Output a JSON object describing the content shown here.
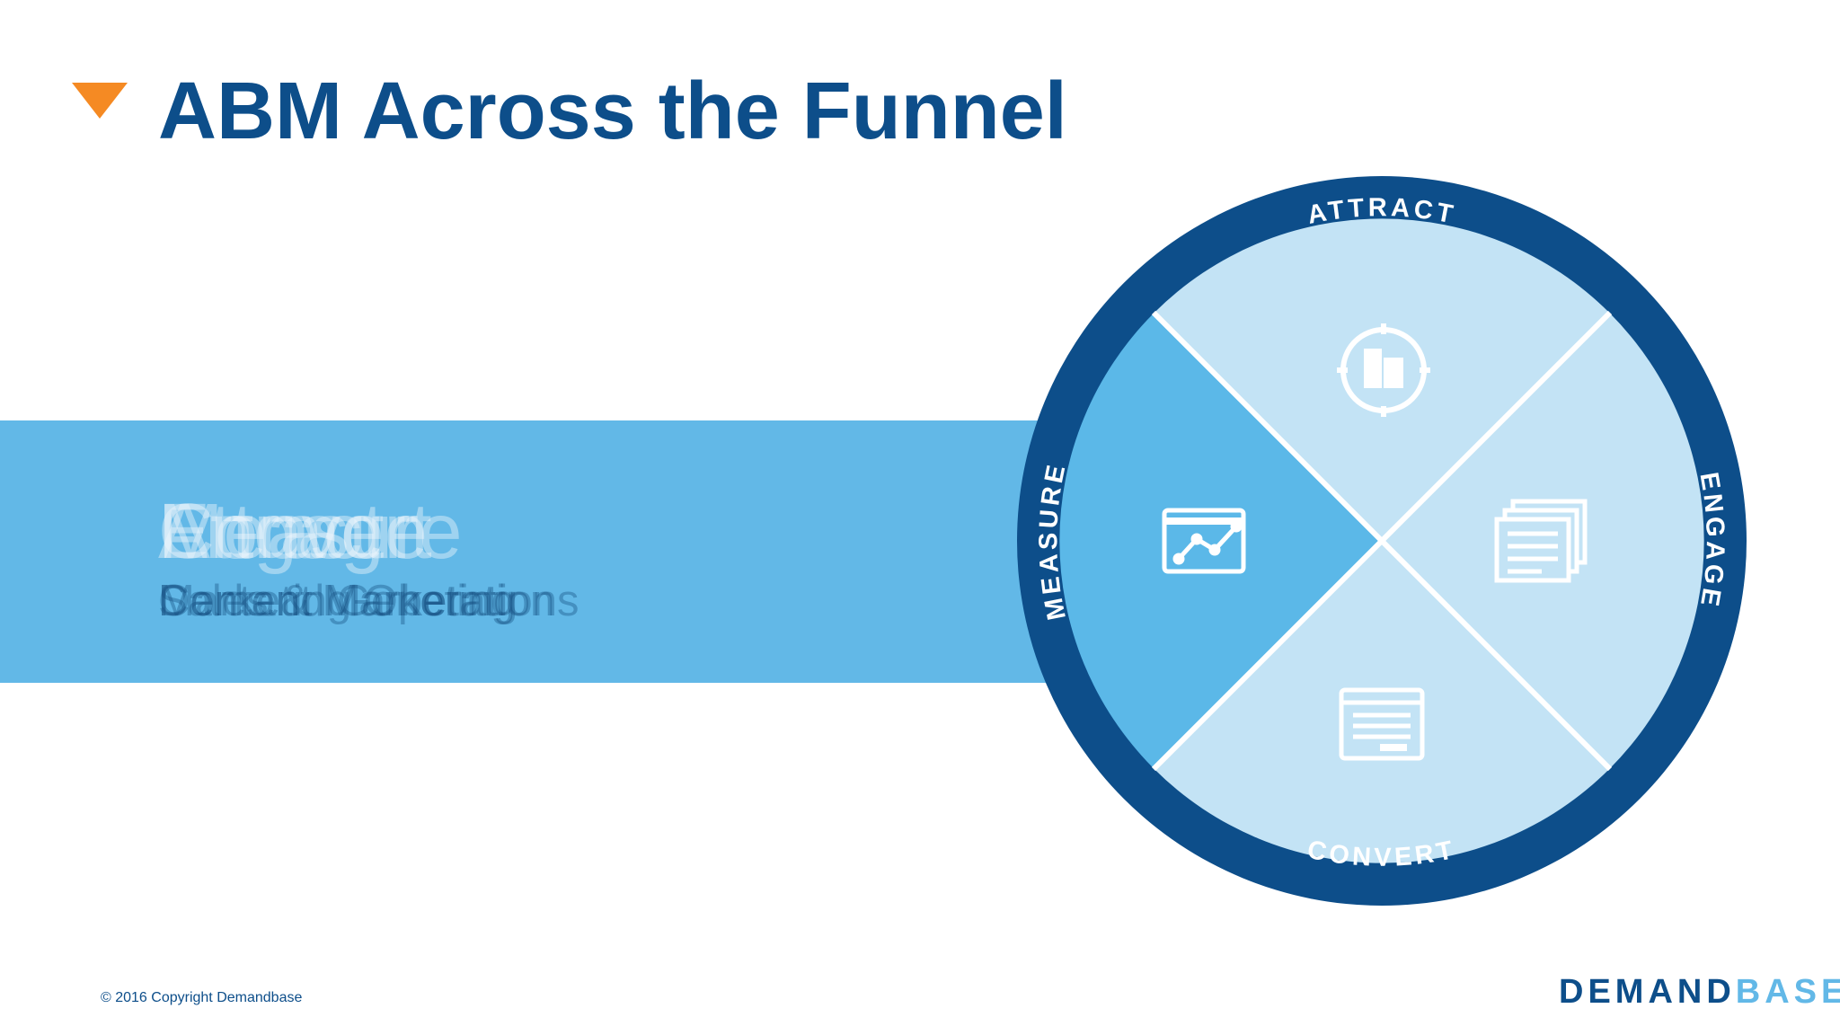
{
  "slide": {
    "title": "ABM Across the Funnel",
    "stage_words": [
      "Attract",
      "Engage",
      "Convert",
      "Measure"
    ],
    "stage_subtitles": [
      "Demand Generation",
      "Sales & Marketing",
      "Content Marketing",
      "Marketing Operations"
    ]
  },
  "wheel": {
    "segments": {
      "attract": "ATTRACT",
      "engage": "ENGAGE",
      "convert": "CONVERT",
      "measure": "MEASURE"
    },
    "highlighted": "measure"
  },
  "footer": {
    "copyright": "© 2016 Copyright Demandbase",
    "logo_part1": "DEMAND",
    "logo_part2": "BASE"
  },
  "colors": {
    "title": "#0d4e8a",
    "accent_triangle": "#f58a23",
    "band": "#62b8e7",
    "ring": "#0d4e8a",
    "segment_light": "#c3e3f5",
    "segment_highlight": "#5bb8e8"
  },
  "icons": [
    "triangle-bullet-icon",
    "target-building-icon",
    "stacked-pages-icon",
    "browser-form-icon",
    "line-chart-icon"
  ]
}
